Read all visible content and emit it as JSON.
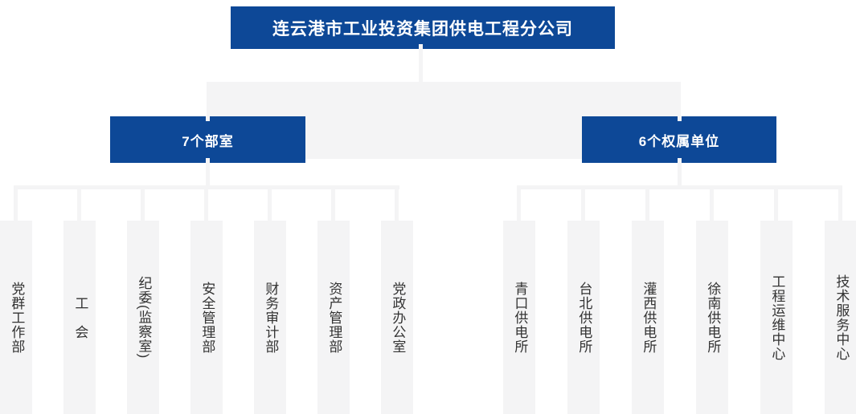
{
  "chart": {
    "root": {
      "label": "连云港市工业投资集团供电工程分公司"
    },
    "branches": [
      {
        "label": "7个部室",
        "children": [
          {
            "label": "党群工作部"
          },
          {
            "label": "工　会"
          },
          {
            "label": "纪委(监察室)"
          },
          {
            "label": "安全管理部"
          },
          {
            "label": "财务审计部"
          },
          {
            "label": "资产管理部"
          },
          {
            "label": "党政办公室"
          }
        ]
      },
      {
        "label": "6个权属单位",
        "children": [
          {
            "label": "青口供电所"
          },
          {
            "label": "台北供电所"
          },
          {
            "label": "灌西供电所"
          },
          {
            "label": "徐南供电所"
          },
          {
            "label": "工程运维中心"
          },
          {
            "label": "技术服务中心"
          }
        ]
      }
    ]
  },
  "colors": {
    "box_blue": "#0d4897",
    "box_text": "#ffffff",
    "connector_gray": "#f4f4f5",
    "label_text": "#333333"
  }
}
